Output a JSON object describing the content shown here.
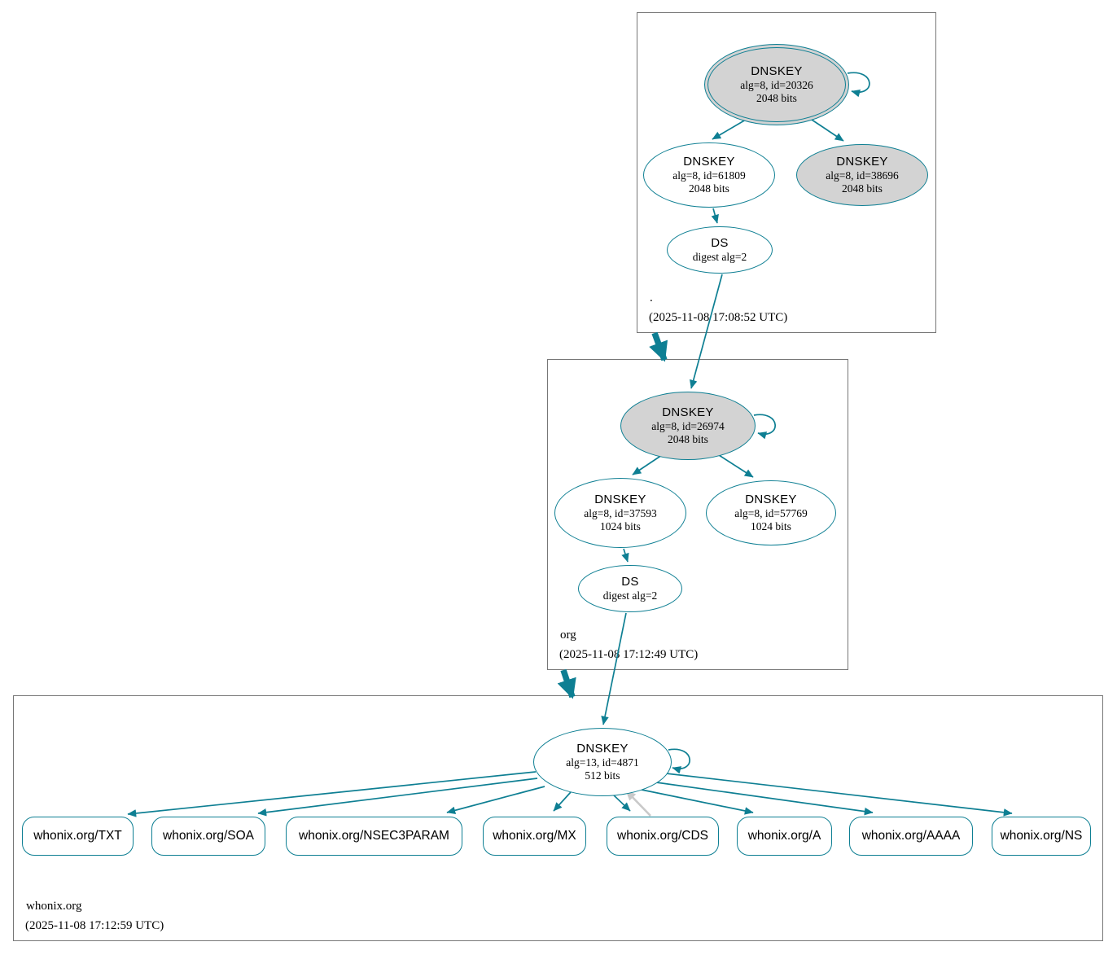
{
  "graph": {
    "zones": [
      {
        "name": ".",
        "timestamp": "(2025-11-08 17:08:52 UTC)",
        "ksk": {
          "title": "DNSKEY",
          "alg": "alg=8, id=20326",
          "bits": "2048 bits"
        },
        "zsk": {
          "title": "DNSKEY",
          "alg": "alg=8, id=61809",
          "bits": "2048 bits"
        },
        "ksk2": {
          "title": "DNSKEY",
          "alg": "alg=8, id=38696",
          "bits": "2048 bits"
        },
        "ds": {
          "title": "DS",
          "digest": "digest alg=2"
        }
      },
      {
        "name": "org",
        "timestamp": "(2025-11-08 17:12:49 UTC)",
        "ksk": {
          "title": "DNSKEY",
          "alg": "alg=8, id=26974",
          "bits": "2048 bits"
        },
        "zsk1": {
          "title": "DNSKEY",
          "alg": "alg=8, id=37593",
          "bits": "1024 bits"
        },
        "zsk2": {
          "title": "DNSKEY",
          "alg": "alg=8, id=57769",
          "bits": "1024 bits"
        },
        "ds": {
          "title": "DS",
          "digest": "digest alg=2"
        }
      },
      {
        "name": "whonix.org",
        "timestamp": "(2025-11-08 17:12:59 UTC)",
        "dnskey": {
          "title": "DNSKEY",
          "alg": "alg=13, id=4871",
          "bits": "512 bits"
        },
        "rrsets": [
          "whonix.org/TXT",
          "whonix.org/SOA",
          "whonix.org/NSEC3PARAM",
          "whonix.org/MX",
          "whonix.org/CDS",
          "whonix.org/A",
          "whonix.org/AAAA",
          "whonix.org/NS"
        ]
      }
    ],
    "colors": {
      "secure": "#0e7f93",
      "ksk_fill": "#d3d3d3",
      "box_border": "#777777",
      "warning_edge": "#c9c9c9"
    }
  }
}
